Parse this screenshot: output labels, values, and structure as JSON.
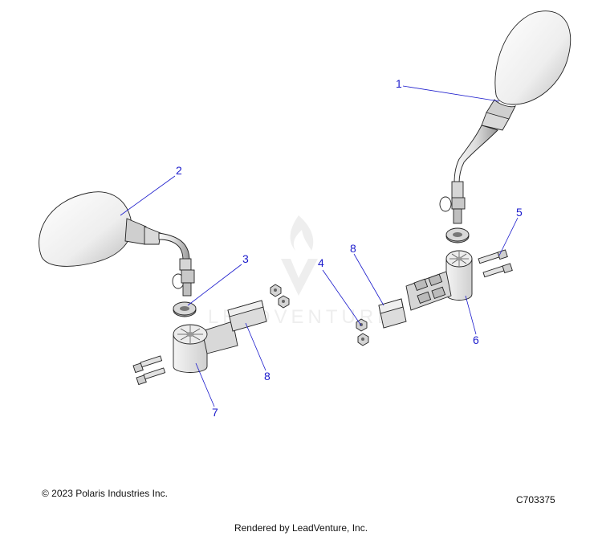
{
  "watermark": {
    "text": "LEADVENTURE"
  },
  "callouts": [
    "1",
    "2",
    "3",
    "4",
    "5",
    "6",
    "7",
    "8",
    "8"
  ],
  "footer": {
    "copyright": "© 2023 Polaris Industries Inc.",
    "diagram_code": "C703375",
    "rendered_by": "Rendered by LeadVenture, Inc."
  }
}
